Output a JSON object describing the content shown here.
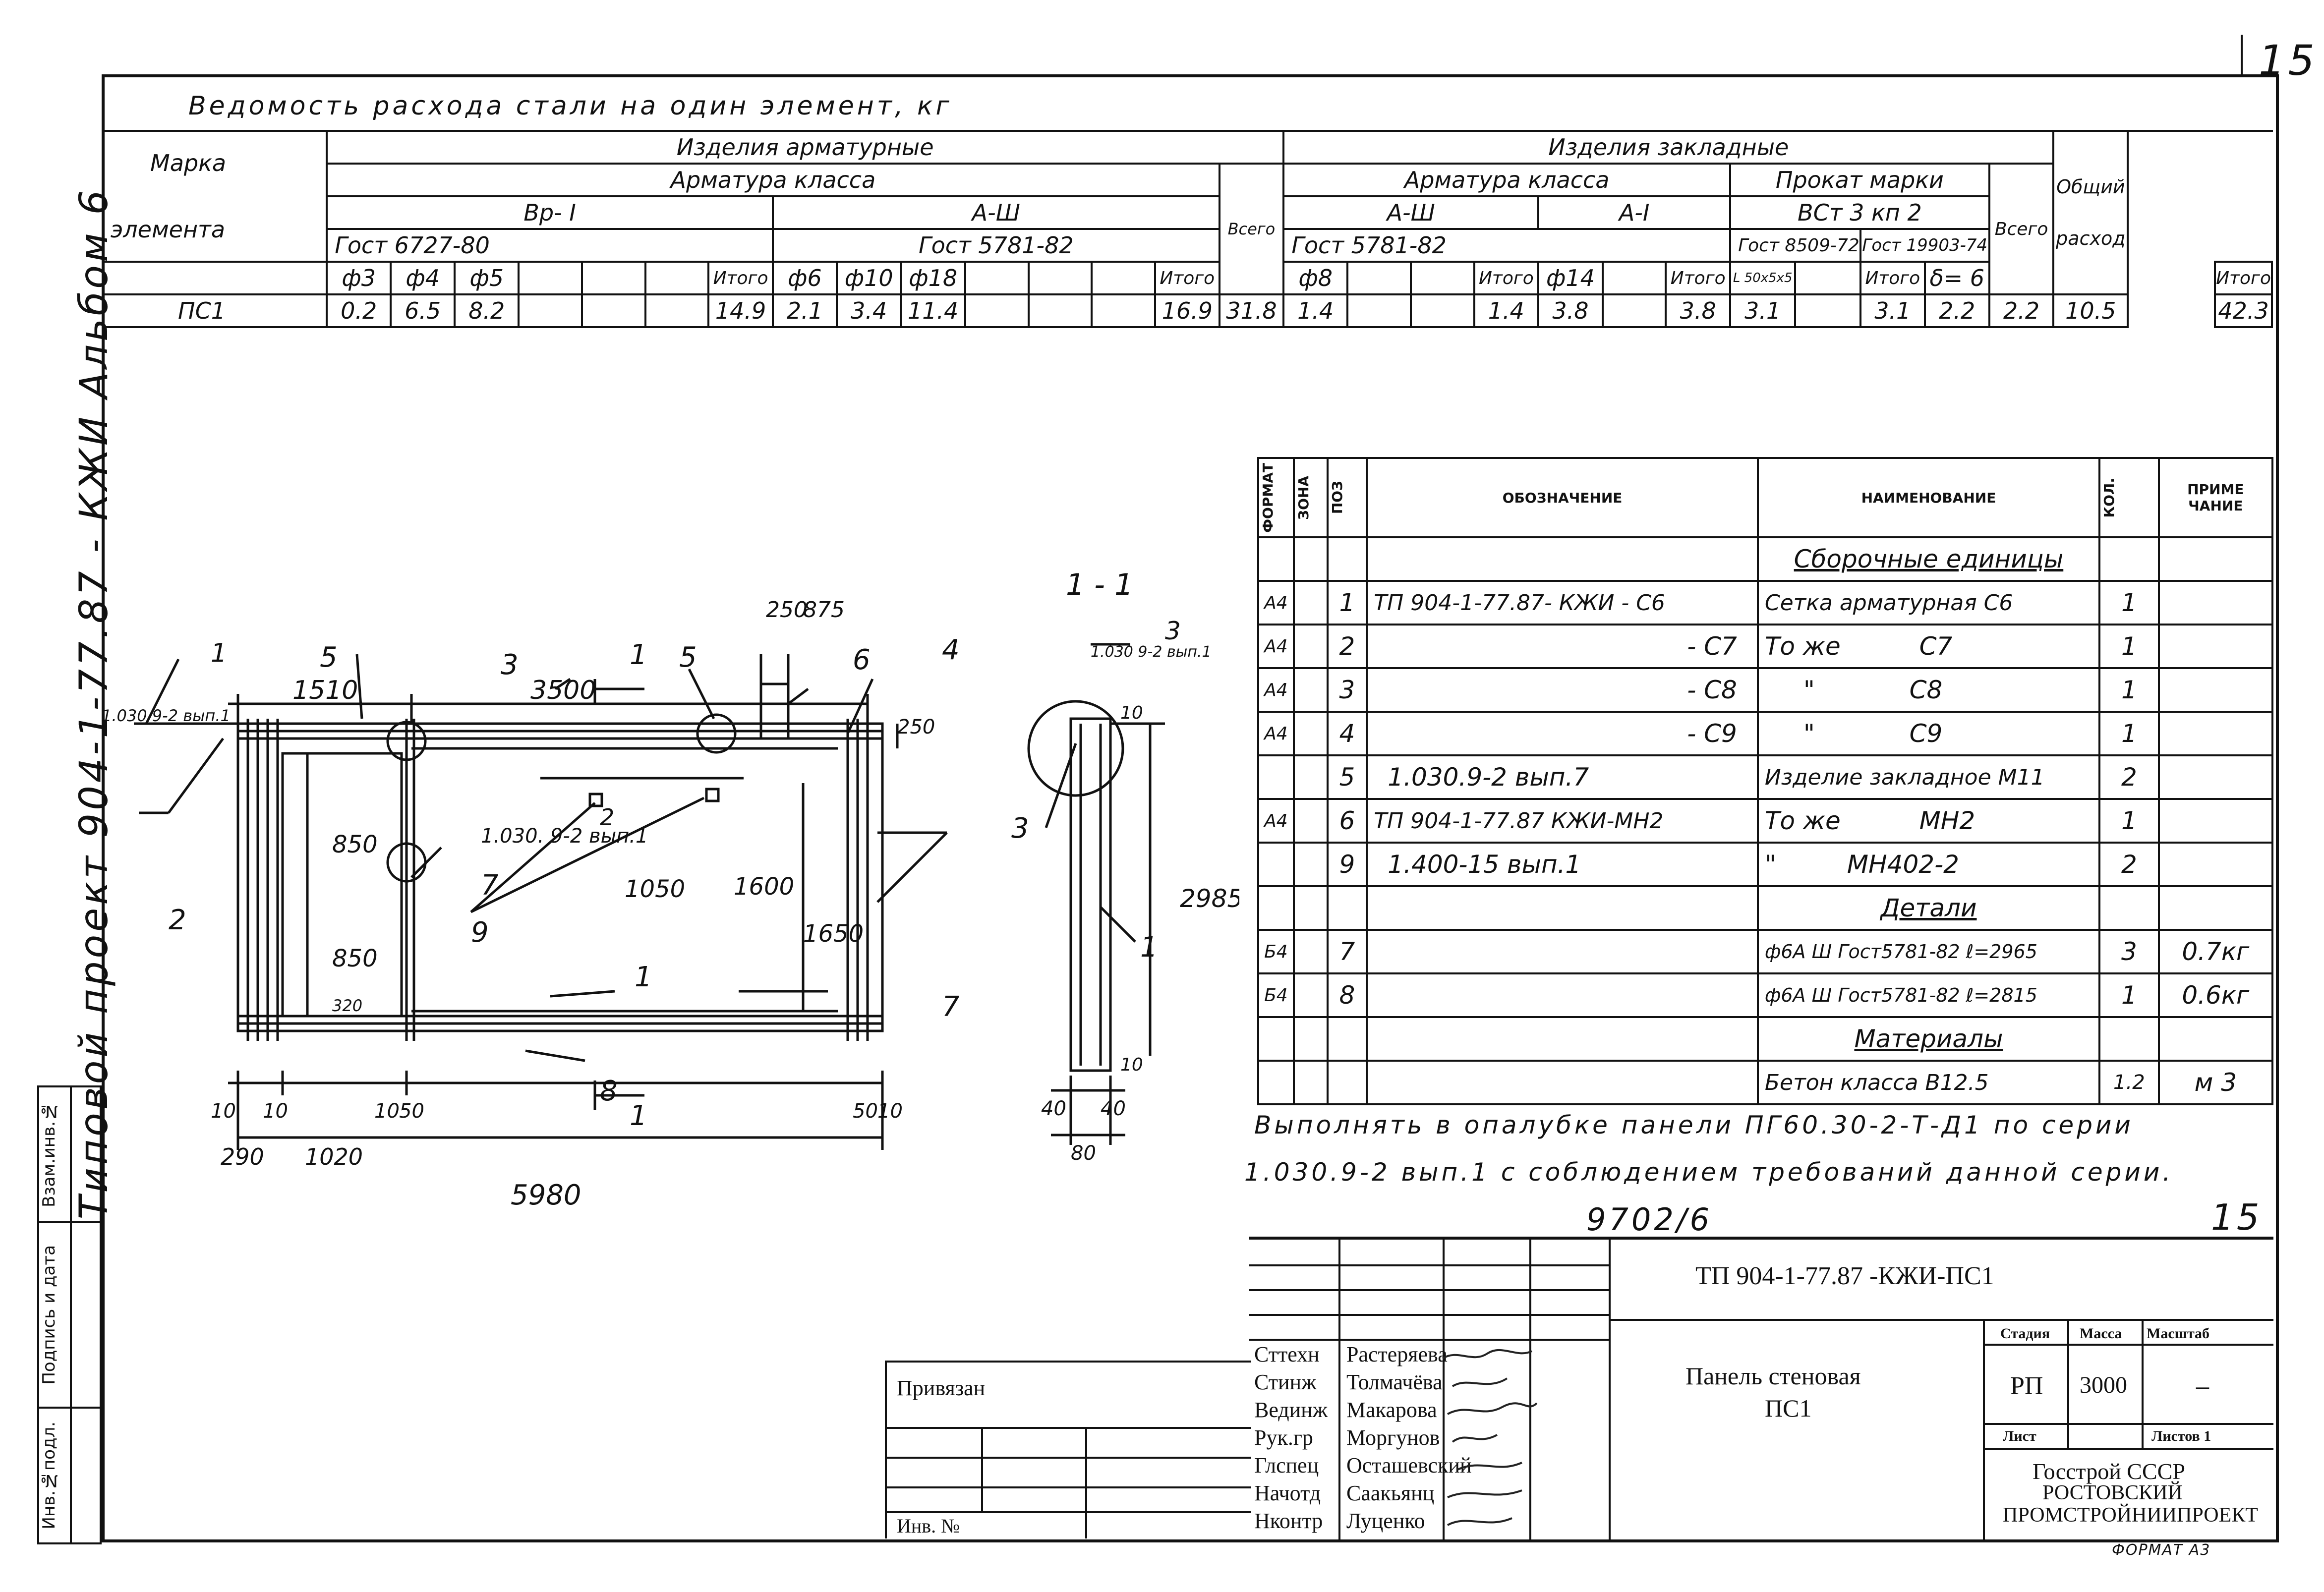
{
  "page_number": "15",
  "side": {
    "album_text": "Типовой проект 904-1-77.87 - КЖИ Альбом 6",
    "inv_podl": "Инв.№подл.",
    "podpis_data": "Подпись и дата",
    "vzam_inv": "Взам.инв.№"
  },
  "steel": {
    "title": "Ведомость расхода стали на один элемент, кг",
    "mark_label_1": "Марка",
    "mark_label_2": "элемента",
    "armature_items": "Изделия арматурные",
    "embedded_items": "Изделия закладные",
    "armature_class": "Арматура класса",
    "armature_class_2": "Арматура класса",
    "prokat_marki": "Прокат марки",
    "vsego": "Всего",
    "vsego_2": "Всего",
    "total_1": "Общий",
    "total_2": "расход",
    "cls_bp1": "Вр- I",
    "cls_a3": "А-Ш",
    "cls_a3_2": "А-Ш",
    "cls_a1": "А-I",
    "cls_bst": "ВСт 3 кп 2",
    "gost_6727": "Гост 6727-80",
    "gost_5781": "Гост 5781-82",
    "gost_5781_2": "Гост 5781-82",
    "gost_8509": "Гост 8509-72",
    "gost_19903": "Гост 19903-74",
    "d3": "ф3",
    "d4": "ф4",
    "d5": "ф5",
    "itogo": "Итого",
    "d6": "ф6",
    "d10": "ф10",
    "d18": "ф18",
    "d8": "ф8",
    "d14": "ф14",
    "ugolok": "L 50х5х5",
    "delta": "δ= 6",
    "row_mark": "ПС1",
    "v1": "0.2",
    "v2": "6.5",
    "v3": "8.2",
    "v4": "14.9",
    "v5": "2.1",
    "v6": "3.4",
    "v7": "11.4",
    "v8": "16.9",
    "v9": "31.8",
    "v10": "1.4",
    "v11": "1.4",
    "v12": "3.8",
    "v13": "3.8",
    "v14": "3.1",
    "v15": "3.1",
    "v16": "2.2",
    "v17": "2.2",
    "v18": "10.5",
    "v19": "42.3"
  },
  "spec": {
    "h_format": "ФОРМАТ",
    "h_zona": "ЗОНА",
    "h_poz": "ПОЗ",
    "h_oboznach": "ОБОЗНАЧЕНИЕ",
    "h_naimen": "НАИМЕНОВАНИЕ",
    "h_kol": "КОЛ.",
    "h_prim": "ПРИМЕ ЧАНИЕ",
    "sec_sbor": "Сборочные единицы",
    "sec_detali": "Детали",
    "sec_mater": "Материалы",
    "r1": {
      "f": "А4",
      "p": "1",
      "o": "ТП 904-1-77.87- КЖИ - С6",
      "n": "Сетка арматурная С6",
      "k": "1",
      "m": ""
    },
    "r2": {
      "f": "А4",
      "p": "2",
      "o": "- С7",
      "n": "То же          С7",
      "k": "1",
      "m": ""
    },
    "r3": {
      "f": "А4",
      "p": "3",
      "o": "- С8",
      "n": "\"            С8",
      "k": "1",
      "m": ""
    },
    "r4": {
      "f": "А4",
      "p": "4",
      "o": "- С9",
      "n": "\"            С9",
      "k": "1",
      "m": ""
    },
    "r5": {
      "f": "",
      "p": "5",
      "o": "1.030.9-2 вып.7",
      "n": "Изделие закладное М11",
      "k": "2",
      "m": ""
    },
    "r6": {
      "f": "А4",
      "p": "6",
      "o": "ТП 904-1-77.87 КЖИ-МН2",
      "n": "То же          МН2",
      "k": "1",
      "m": ""
    },
    "r7": {
      "f": "",
      "p": "9",
      "o": "1.400-15 вып.1",
      "n": "\"         МН402-2",
      "k": "2",
      "m": ""
    },
    "r8": {
      "f": "Б4",
      "p": "7",
      "o": "",
      "n": "ф6А Ш Гост5781-82 ℓ=2965",
      "k": "3",
      "m": "0.7кг"
    },
    "r9": {
      "f": "Б4",
      "p": "8",
      "o": "",
      "n": "ф6А Ш Гост5781-82 ℓ=2815",
      "k": "1",
      "m": "0.6кг"
    },
    "r10": {
      "f": "",
      "p": "",
      "o": "",
      "n": "Бетон класса В12.5",
      "k": "1.2",
      "m": "м 3"
    }
  },
  "note": {
    "line1": "Выполнять в опалубке панели ПГ60.30-2-Т-Д1 по серии",
    "line2": "1.030.9-2 вып.1 с соблюдением требований данной серии."
  },
  "archive_number": "9702/6",
  "archive_sheet": "15",
  "title_block": {
    "code": "ТП  904-1-77.87  -КЖИ-ПС1",
    "name_1": "Панель  стеновая",
    "name_2": "ПС1",
    "stadia_h": "Стадия",
    "massa_h": "Масса",
    "masshtab_h": "Масштаб",
    "stadia": "РП",
    "massa": "3000",
    "masshtab": "–",
    "list_h": "Лист",
    "listov_h": "Листов  1",
    "org_1": "Госстрой  СССР",
    "org_2": "РОСТОВСКИЙ",
    "org_3": "ПРОМСТРОЙНИИПРОЕКТ",
    "format": "ФОРМАТ А3",
    "privyazan": "Привязан",
    "inv_no": "Инв. №",
    "roles": [
      "Сттехн",
      "Стинж",
      "Вединж",
      "Рук.гр",
      "Глспец",
      "Начотд",
      "Нконтр"
    ],
    "names": [
      "Растеряева",
      "Толмачёва",
      "Макарова",
      "Моргунов",
      "Осташевский",
      "Саакьянц",
      "Луценко"
    ]
  },
  "drawing": {
    "dim_1510": "1510",
    "dim_3500": "3500",
    "dim_250": "250",
    "dim_875": "875",
    "dim_250v": "250",
    "dim_850a": "850",
    "dim_850b": "850",
    "dim_320": "320",
    "dim_1050": "1050",
    "dim_1600": "1600",
    "dim_1650": "1650",
    "dim_10a": "10",
    "dim_10b": "10",
    "dim_10c": "10",
    "dim_50a": "50",
    "dim_50b": "50",
    "dim_10d": "10",
    "dim_290": "290",
    "dim_1020": "1020",
    "dim_5980": "5980",
    "ref_left": "1.030 9-2 вып.1",
    "ref_mid": "1.030. 9-2 вып.1",
    "lab_1": "1",
    "lab_2": "2",
    "lab_3": "3",
    "lab_4": "4",
    "lab_5a": "5",
    "lab_5b": "5",
    "lab_6": "6",
    "lab_7a": "7",
    "lab_7b": "7",
    "lab_8": "8",
    "lab_9": "9",
    "lab_1b": "1",
    "lab_2b": "2",
    "cut_a": "1",
    "cut_b": "1",
    "sec_title": "1 - 1",
    "sec_ref": "1.030 9-2 вып.1",
    "sec_3a": "3",
    "sec_3b": "3",
    "sec_1": "1",
    "sec_2985": "2985",
    "sec_10a": "10",
    "sec_10b": "10",
    "sec_40a": "40",
    "sec_40b": "40",
    "sec_80": "80"
  }
}
